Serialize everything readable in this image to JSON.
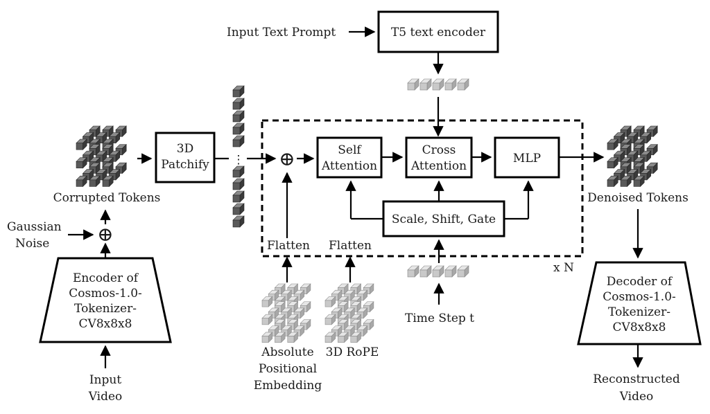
{
  "colors": {
    "cube_dark": "#5a5a5a",
    "cube_light": "#c9c9c9",
    "stroke": "#000000"
  },
  "inputs": {
    "text_prompt": "Input Text Prompt",
    "gaussian_noise": [
      "Gaussian",
      "Noise"
    ],
    "input_video": [
      "Input",
      "Video"
    ],
    "time_step": "Time Step t"
  },
  "blocks": {
    "t5": "T5 text encoder",
    "patchify": [
      "3D",
      "Patchify"
    ],
    "self_attention": [
      "Self",
      "Attention"
    ],
    "cross_attention": [
      "Cross",
      "Attention"
    ],
    "mlp": "MLP",
    "scale_shift_gate": "Scale, Shift, Gate",
    "encoder": [
      "Encoder of",
      "Cosmos-1.0-",
      "Tokenizer-",
      "CV8x8x8"
    ],
    "decoder": [
      "Decoder of",
      "Cosmos-1.0-",
      "Tokenizer-",
      "CV8x8x8"
    ]
  },
  "labels": {
    "corrupted_tokens": "Corrupted Tokens",
    "denoised_tokens": "Denoised Tokens",
    "flatten_1": "Flatten",
    "flatten_2": "Flatten",
    "repeat": "x N",
    "abs_pos_emb": [
      "Absolute",
      "Positional",
      "Embedding"
    ],
    "rope": "3D RoPE",
    "reconstructed_video": [
      "Reconstructed",
      "Video"
    ]
  },
  "symbols": {
    "plus": "⊕",
    "ellipsis": "⋮"
  }
}
